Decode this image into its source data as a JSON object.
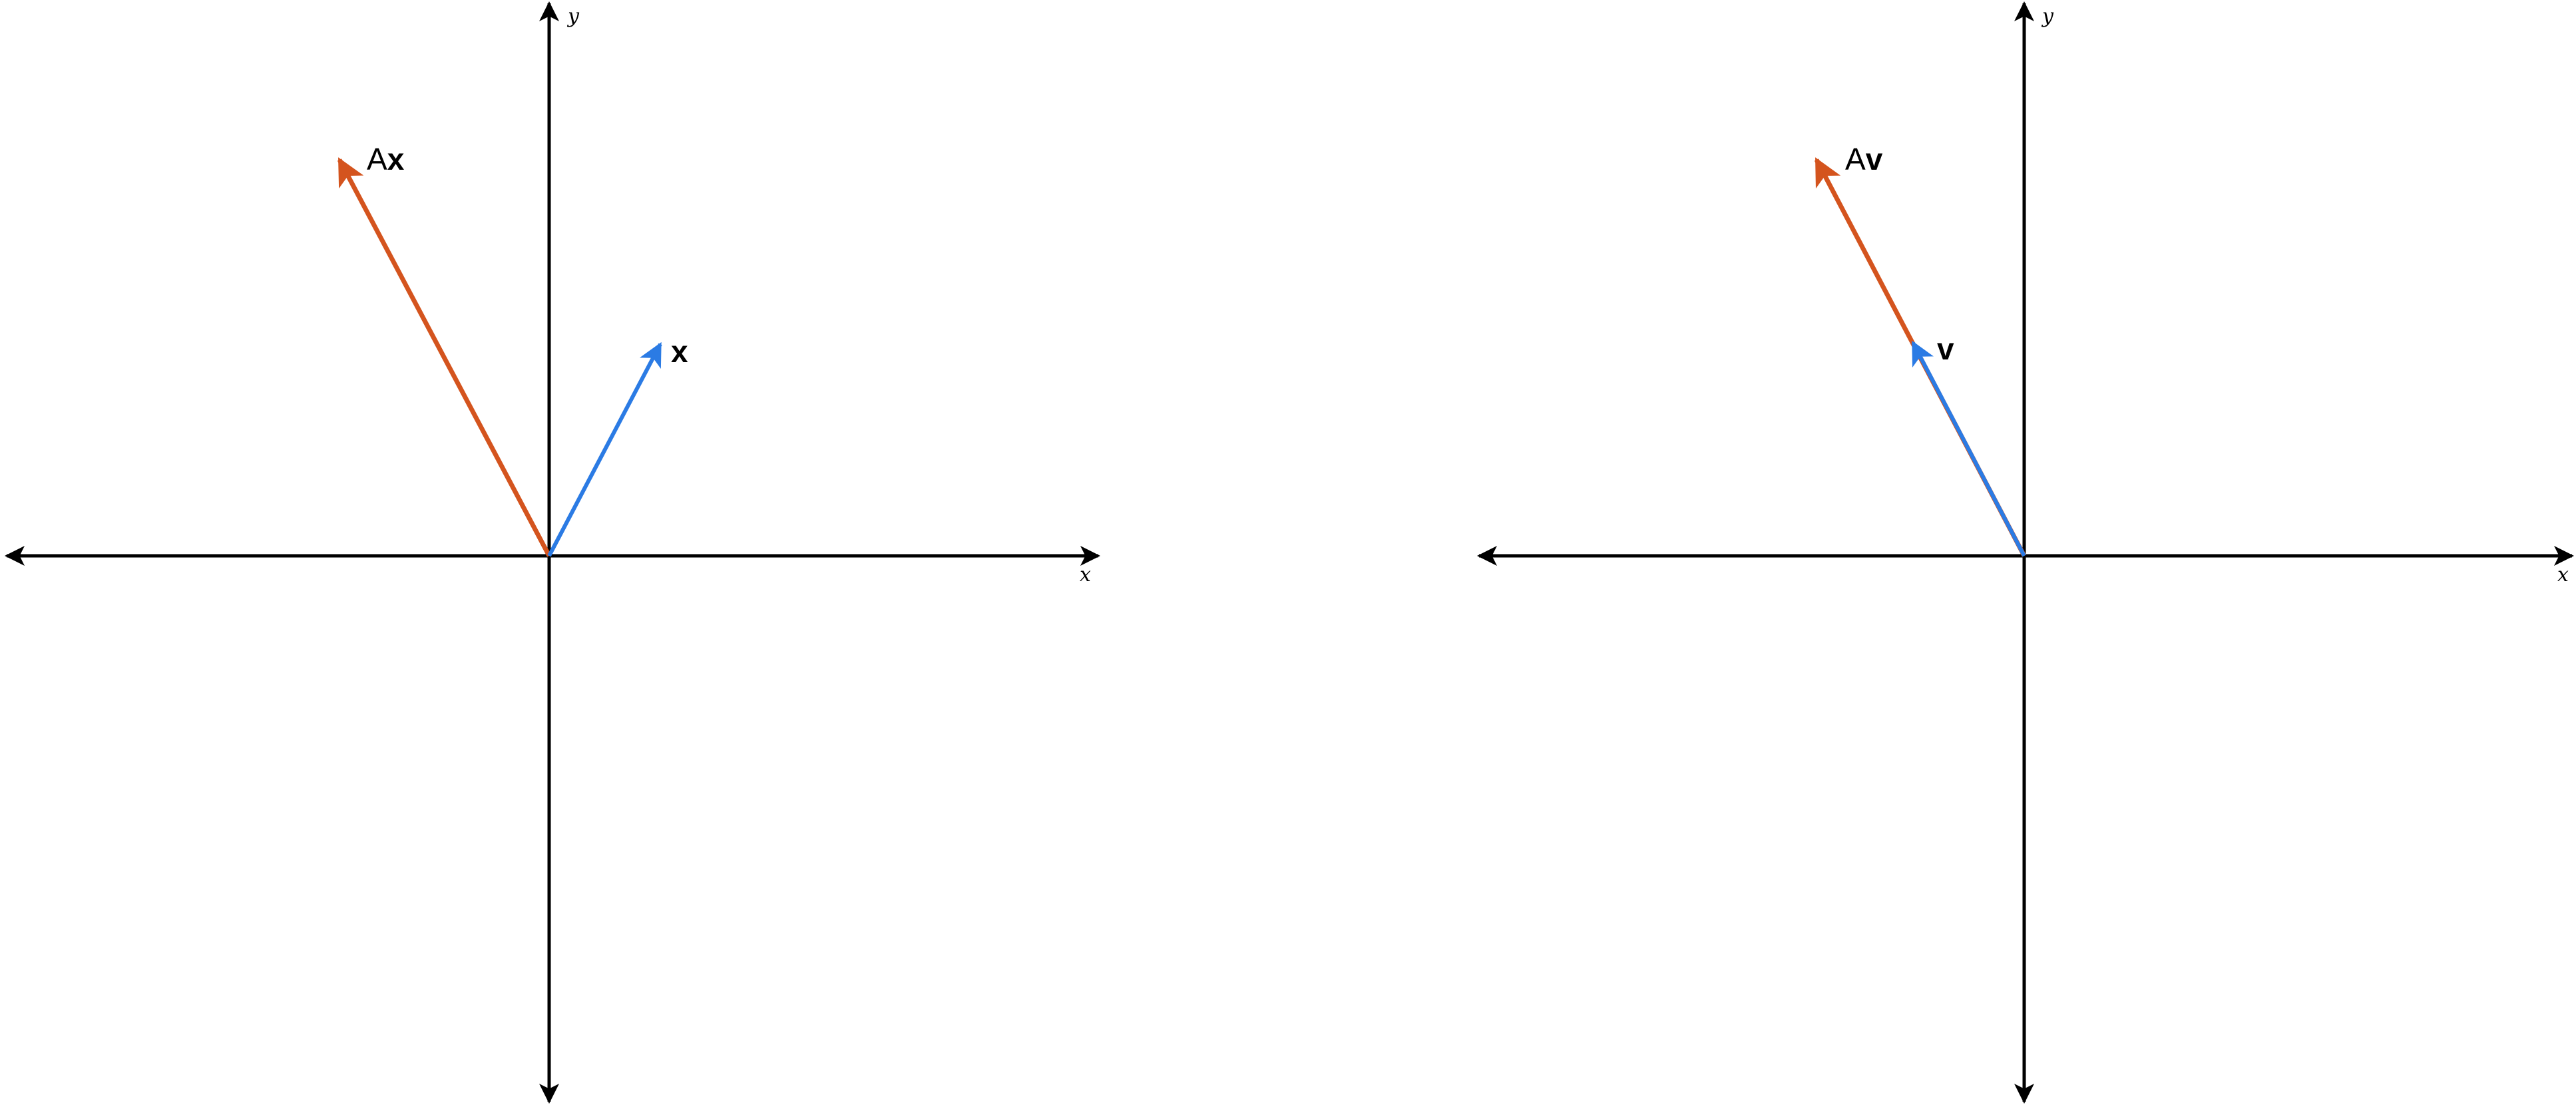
{
  "colors": {
    "axis": "#000000",
    "original_vector": "#2b7be4",
    "transformed_vector": "#d4541e"
  },
  "panels": [
    {
      "name": "left-panel",
      "axis_labels": {
        "x": "x",
        "y": "y"
      },
      "original_vector": {
        "name": "x",
        "label_prefix": "",
        "label_bold": "x"
      },
      "transformed_vector": {
        "name": "Ax",
        "label_prefix": "A",
        "label_bold": "x"
      }
    },
    {
      "name": "right-panel",
      "axis_labels": {
        "x": "x",
        "y": "y"
      },
      "original_vector": {
        "name": "v",
        "label_prefix": "",
        "label_bold": "v"
      },
      "transformed_vector": {
        "name": "Av",
        "label_prefix": "A",
        "label_bold": "v"
      }
    }
  ]
}
